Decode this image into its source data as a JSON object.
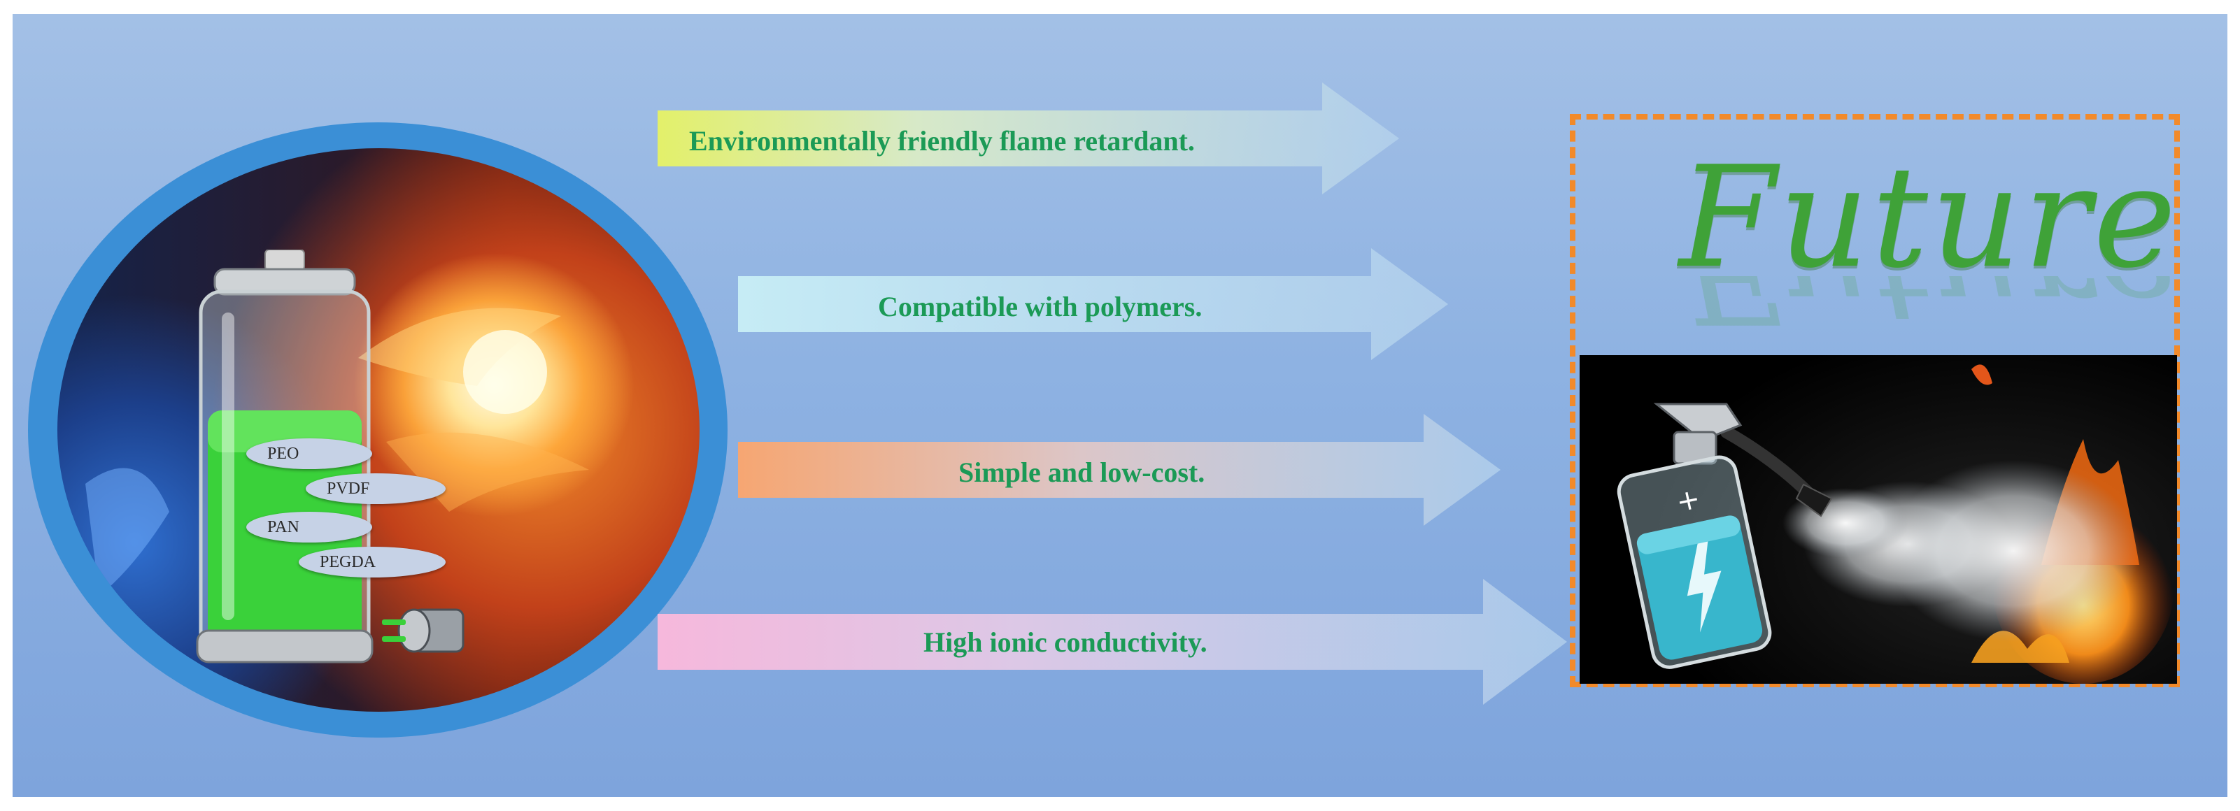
{
  "battery_labels": [
    "PEO",
    "PVDF",
    "PAN",
    "PEGDA"
  ],
  "benefits": [
    "Environmentally friendly flame retardant.",
    "Compatible with polymers.",
    "Simple and low-cost.",
    "High ionic conductivity."
  ],
  "future_label": "Future",
  "colors": {
    "background": "#8eb2e2",
    "circle_ring": "#3b8fd6",
    "battery_green": "#3ad13a",
    "label_text": "#1b9a56",
    "frame_dash": "#f28a2a",
    "future_text": "#3fa238"
  },
  "icons": [
    "battery-icon",
    "plug-icon",
    "fire-extinguisher-icon",
    "flame-icon",
    "lightning-icon"
  ]
}
